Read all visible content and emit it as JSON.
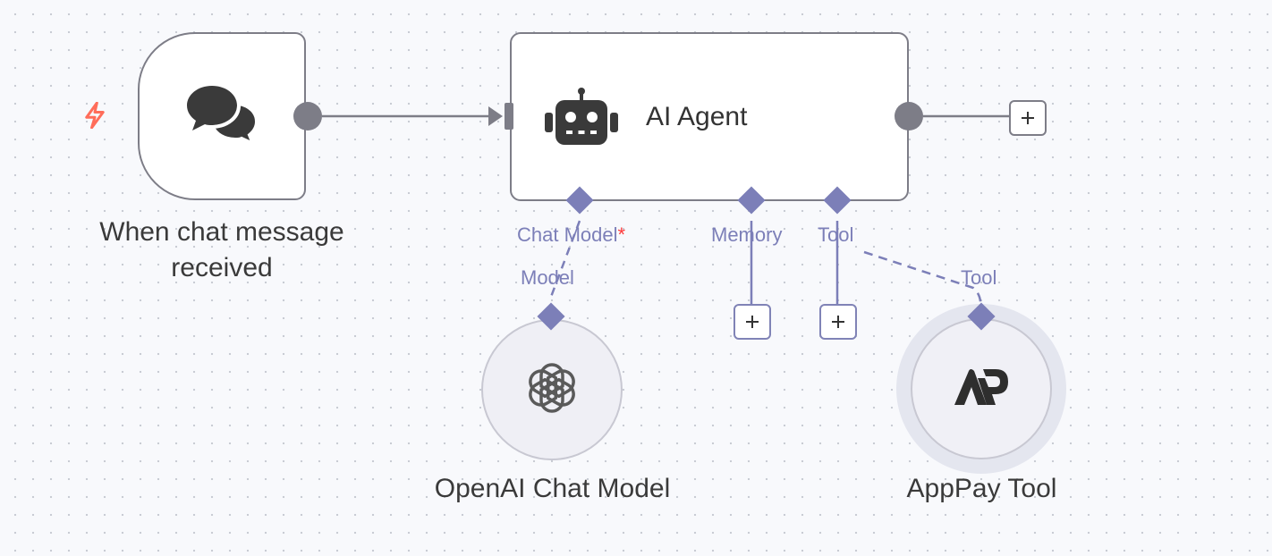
{
  "canvas": {
    "nodes": {
      "trigger": {
        "label": "When chat message\nreceived",
        "icon": "chat-bubbles-icon",
        "badge_icon": "lightning-icon"
      },
      "agent": {
        "title": "AI Agent",
        "icon": "robot-icon",
        "ports": {
          "chat_model": {
            "label": "Chat Model",
            "required_mark": "*"
          },
          "memory": {
            "label": "Memory"
          },
          "tool": {
            "label": "Tool"
          }
        }
      },
      "openai": {
        "label": "OpenAI Chat Model",
        "icon": "openai-icon",
        "port_label": "Model"
      },
      "apppay": {
        "label": "AppPay Tool",
        "icon": "apppay-logo-icon",
        "port_label": "Tool"
      }
    },
    "colors": {
      "node_border": "#7d7d87",
      "sub_connection": "#7c7fb8",
      "trigger_badge": "#ff6d5a",
      "required_mark": "#ff3a3a"
    }
  }
}
